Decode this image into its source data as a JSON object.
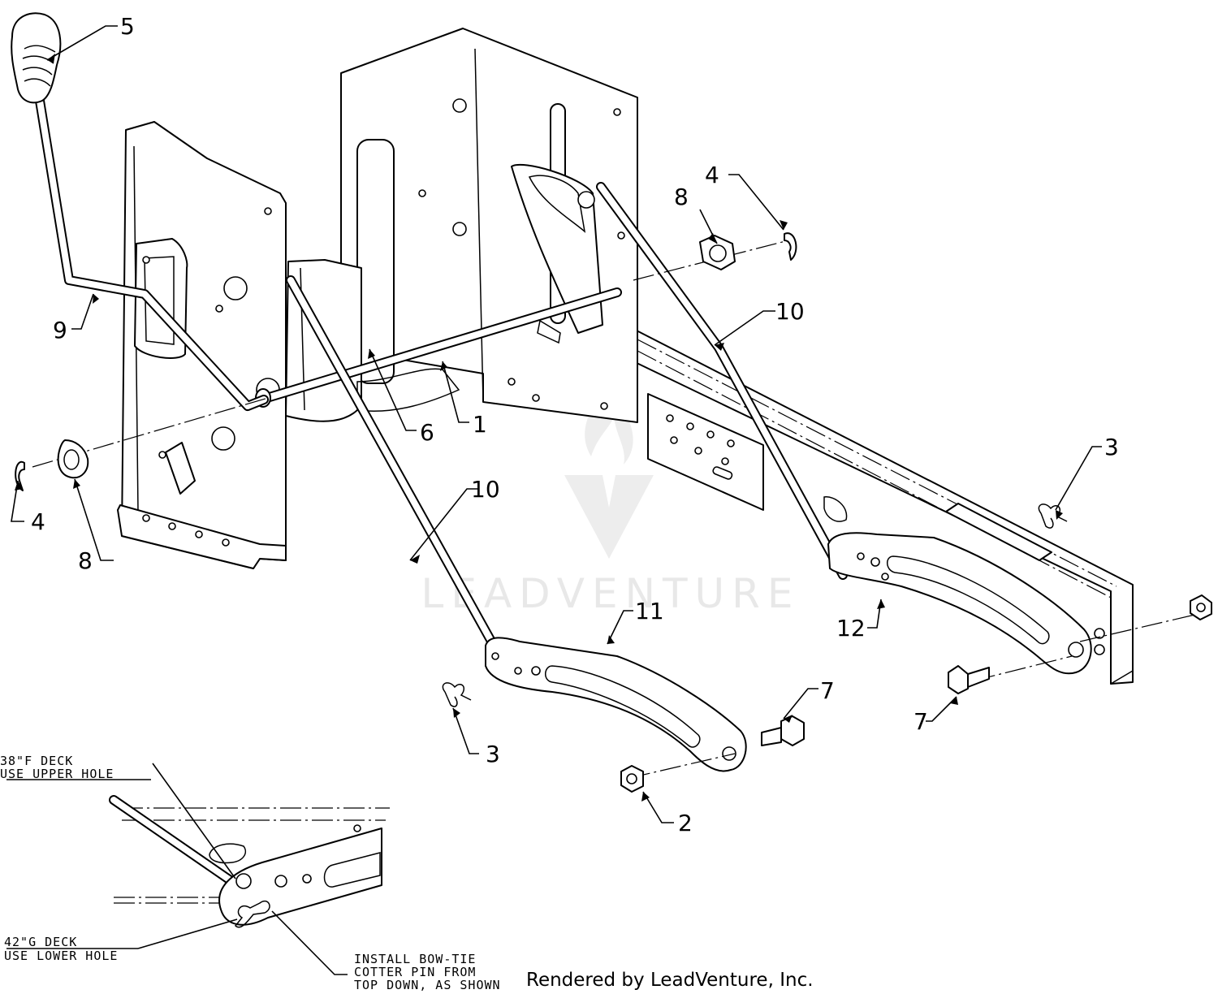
{
  "callouts": [
    {
      "id": "c1",
      "label": "1"
    },
    {
      "id": "c2",
      "label": "2"
    },
    {
      "id": "c3a",
      "label": "3"
    },
    {
      "id": "c3b",
      "label": "3"
    },
    {
      "id": "c4a",
      "label": "4"
    },
    {
      "id": "c4b",
      "label": "4"
    },
    {
      "id": "c5",
      "label": "5"
    },
    {
      "id": "c6",
      "label": "6"
    },
    {
      "id": "c7a",
      "label": "7"
    },
    {
      "id": "c7b",
      "label": "7"
    },
    {
      "id": "c8a",
      "label": "8"
    },
    {
      "id": "c8b",
      "label": "8"
    },
    {
      "id": "c9",
      "label": "9"
    },
    {
      "id": "c10a",
      "label": "10"
    },
    {
      "id": "c10b",
      "label": "10"
    },
    {
      "id": "c11",
      "label": "11"
    },
    {
      "id": "c12",
      "label": "12"
    }
  ],
  "notes": {
    "deck38": [
      "38\"F DECK",
      "USE UPPER HOLE"
    ],
    "deck42": [
      "42\"G DECK",
      "USE LOWER HOLE"
    ],
    "install": [
      "INSTALL BOW-TIE",
      "COTTER PIN FROM",
      "TOP DOWN, AS SHOWN"
    ]
  },
  "watermark": "LEADVENTURE",
  "footer": "Rendered by LeadVenture, Inc."
}
